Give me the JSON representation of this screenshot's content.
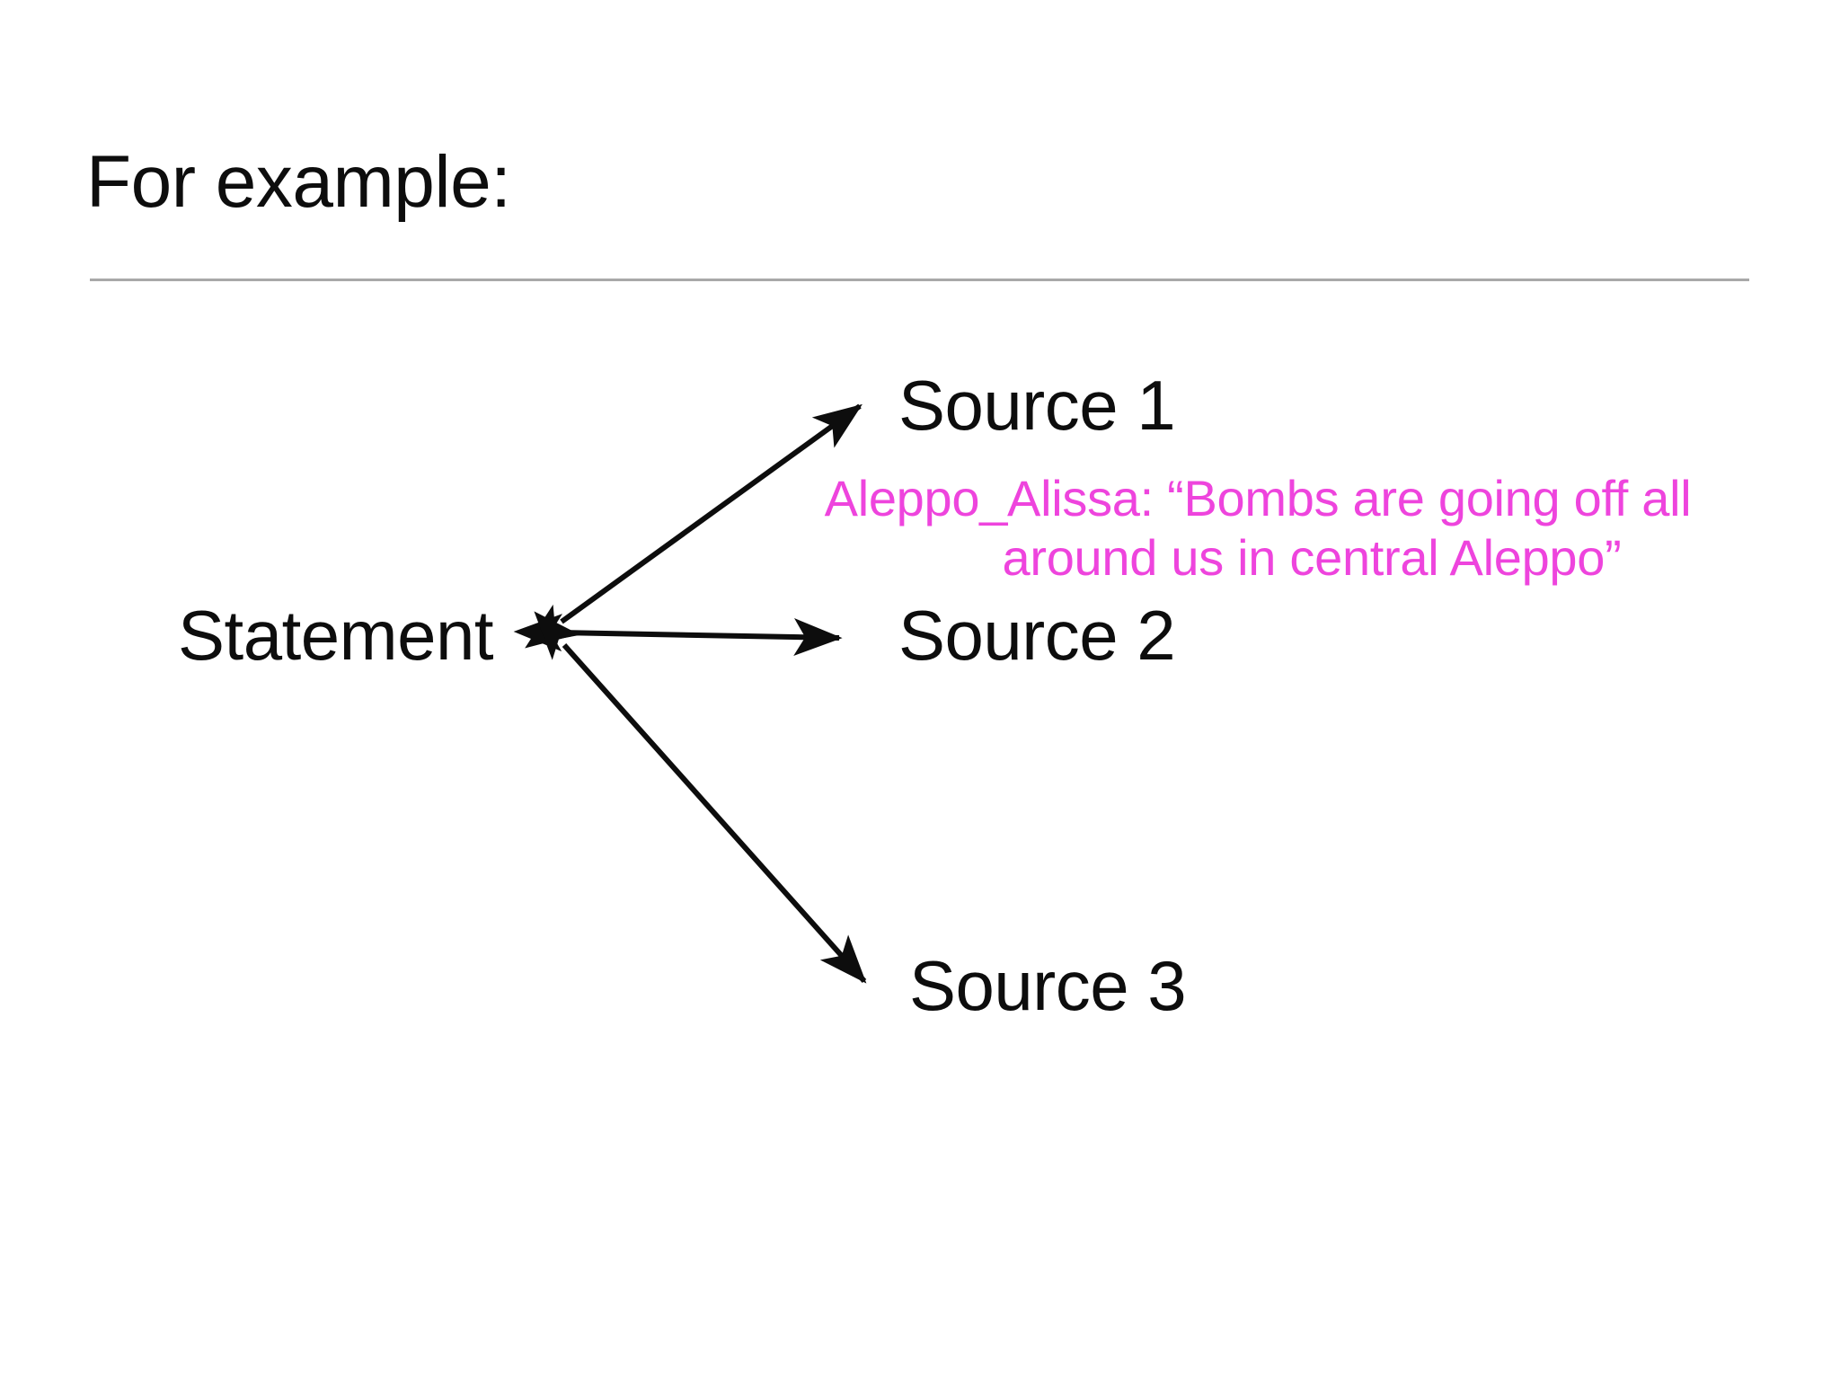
{
  "slide": {
    "title": "For example:",
    "background_color": "#ffffff",
    "rule_color": "#a8a8a8",
    "text_color": "#0d0d0d",
    "accent_color": "#ee44dd"
  },
  "diagram": {
    "type": "node-arrow-diagram",
    "nodes": [
      {
        "id": "statement",
        "label": "Statement"
      },
      {
        "id": "source-1",
        "label": "Source 1"
      },
      {
        "id": "source-2",
        "label": "Source 2"
      },
      {
        "id": "source-3",
        "label": "Source 3"
      }
    ],
    "edges": [
      {
        "from": "statement",
        "to": "source-1",
        "style": "double-headed-arrow"
      },
      {
        "from": "statement",
        "to": "source-2",
        "style": "double-headed-arrow"
      },
      {
        "from": "statement",
        "to": "source-3",
        "style": "double-headed-arrow"
      }
    ]
  },
  "annotation": {
    "attached_to": "source-1",
    "color": "#ee44dd",
    "full_text": "Aleppo_Alissa: “Bombs are going off all around us in central Aleppo”",
    "line_1": "Aleppo_Alissa: “Bombs are going off all",
    "line_2": "around us in central Aleppo”"
  }
}
